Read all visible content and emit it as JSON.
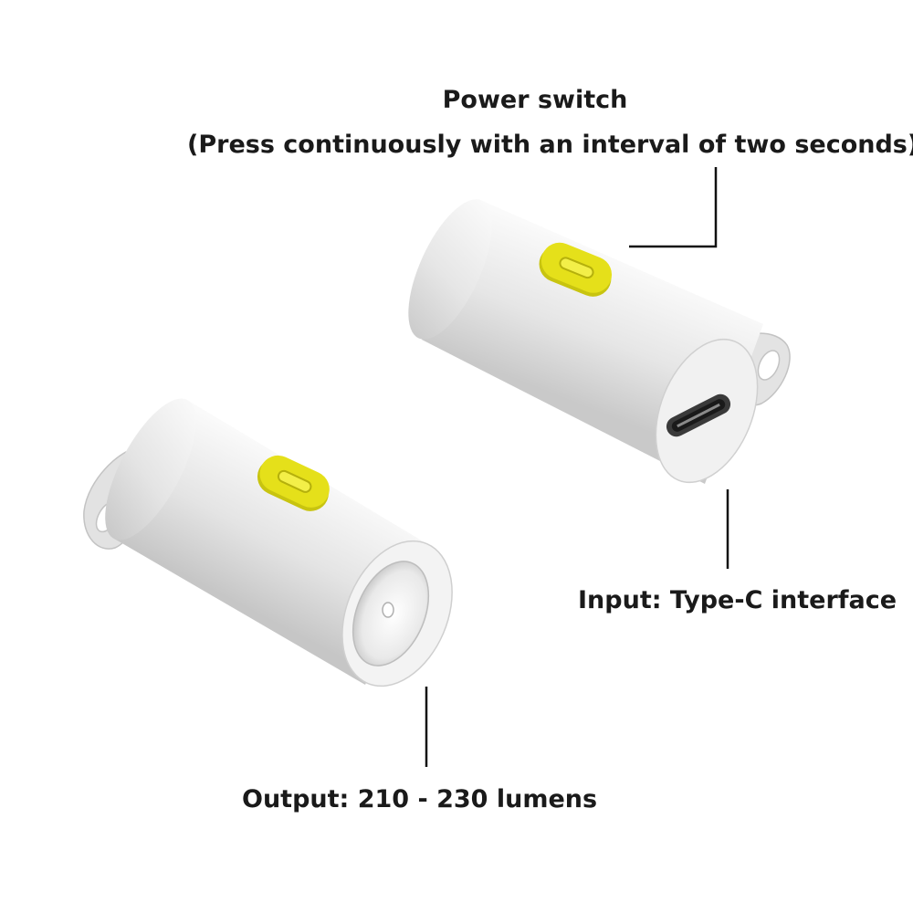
{
  "annotations": {
    "power_switch": {
      "title": "Power switch",
      "subtitle": "(Press continuously with an interval of two seconds)"
    },
    "input": "Input: Type-C interface",
    "output": "Output: 210 - 230 lumens"
  },
  "colors": {
    "body": "#e6e6e6",
    "button": "#e5e01a",
    "leader_line": "#111111"
  }
}
